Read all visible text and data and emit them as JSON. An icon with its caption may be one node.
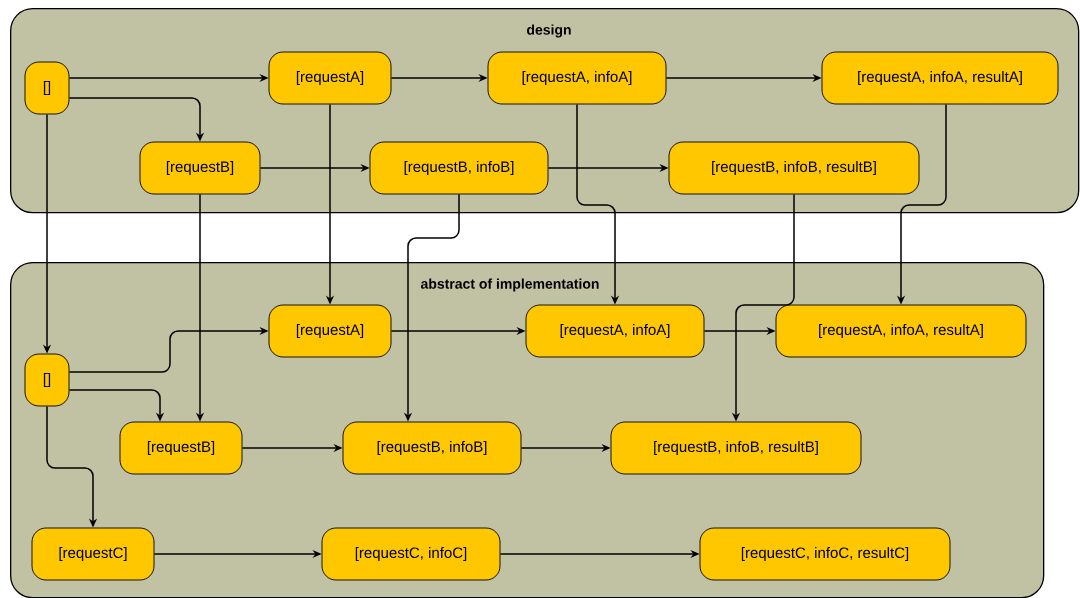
{
  "diagram": {
    "nodes": [
      {
        "text": [
          "design"
        ]
      },
      {
        "text": [
          "[]"
        ],
        "in": 0
      },
      {
        "text": [
          "[requestA]"
        ],
        "in": 0
      },
      {
        "text": [
          "[requestA, infoA]"
        ],
        "in": 0
      },
      {
        "text": [
          "[requestA, infoA, resultA]"
        ],
        "in": 0
      },
      {
        "text": [
          "[requestB]"
        ],
        "in": 0
      },
      {
        "text": [
          "[requestB, infoB]"
        ],
        "in": 0
      },
      {
        "text": [
          "[requestB, infoB, resultB]"
        ],
        "in": 0
      },
      {
        "text": [
          "abstract of implementation"
        ]
      },
      {
        "text": [
          "[]"
        ],
        "in": 8
      },
      {
        "text": [
          "[requestA]"
        ],
        "in": 8
      },
      {
        "text": [
          "[requestA, infoA]"
        ],
        "in": 8
      },
      {
        "text": [
          "[requestA, infoA, resultA]"
        ],
        "in": 8
      },
      {
        "text": [
          "[requestB]"
        ],
        "in": 8
      },
      {
        "text": [
          "[requestB, infoB]"
        ],
        "in": 8
      },
      {
        "text": [
          "[requestB, infoB, resultB]"
        ],
        "in": 8
      },
      {
        "text": [
          "[requestC]"
        ],
        "in": 8
      },
      {
        "text": [
          "[requestC, infoC]"
        ],
        "in": 8
      },
      {
        "text": [
          "[requestC, infoC, resultC]"
        ],
        "in": 8
      }
    ],
    "edges": [
      {
        "from": 1,
        "to": 2,
        "arrow": "to"
      },
      {
        "from": 1,
        "to": 5,
        "arrow": "to"
      },
      {
        "from": 2,
        "to": 3,
        "arrow": "to"
      },
      {
        "from": 3,
        "to": 4,
        "arrow": "to"
      },
      {
        "from": 5,
        "to": 6,
        "arrow": "to"
      },
      {
        "from": 6,
        "to": 7,
        "arrow": "to"
      },
      {
        "from": 1,
        "to": 9,
        "arrow": "to"
      },
      {
        "from": 2,
        "to": 10,
        "arrow": "to"
      },
      {
        "from": 5,
        "to": 13,
        "arrow": "to"
      },
      {
        "from": 6,
        "to": 14,
        "arrow": "to"
      },
      {
        "from": 3,
        "to": 11,
        "arrow": "to"
      },
      {
        "from": 7,
        "to": 15,
        "arrow": "to"
      },
      {
        "from": 4,
        "to": 12,
        "arrow": "to"
      },
      {
        "from": 9,
        "to": 10,
        "arrow": "to"
      },
      {
        "from": 9,
        "to": 13,
        "arrow": "to"
      },
      {
        "from": 9,
        "to": 16,
        "arrow": "to"
      },
      {
        "from": 10,
        "to": 11,
        "arrow": "to"
      },
      {
        "from": 11,
        "to": 12,
        "arrow": "to"
      },
      {
        "from": 13,
        "to": 14,
        "arrow": "to"
      },
      {
        "from": 14,
        "to": 15,
        "arrow": "to"
      },
      {
        "from": 16,
        "to": 17,
        "arrow": "to"
      },
      {
        "from": 17,
        "to": 18,
        "arrow": "to"
      }
    ]
  }
}
